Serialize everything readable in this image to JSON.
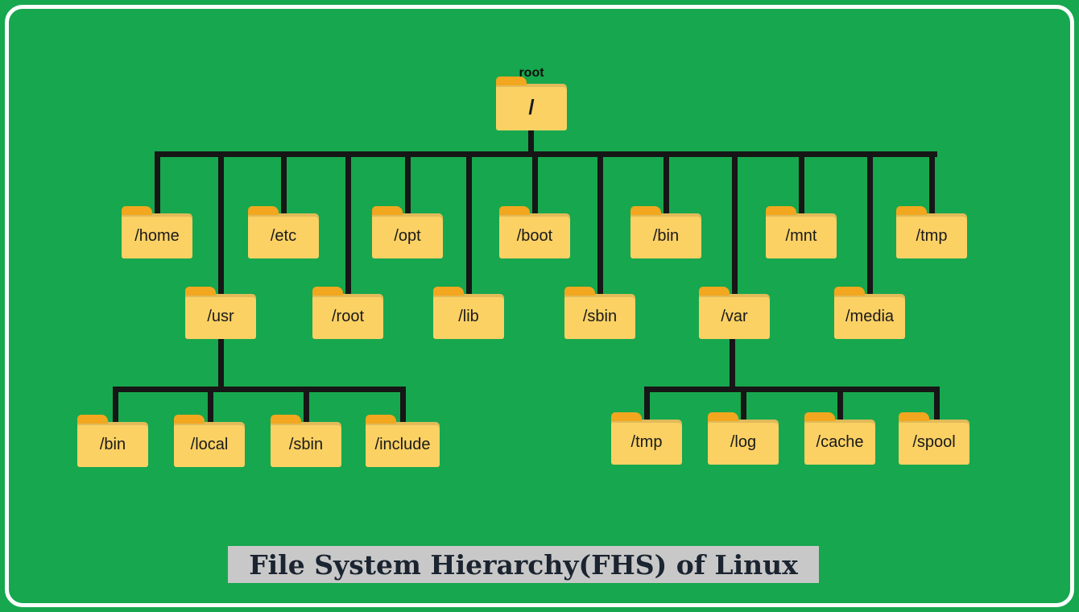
{
  "title": {
    "text": "File System Hierarchy(FHS) of Linux"
  },
  "tree": {
    "root": {
      "caption": "root",
      "label": "/"
    },
    "level1": [
      {
        "id": "home",
        "label": "/home"
      },
      {
        "id": "usr",
        "label": "/usr"
      },
      {
        "id": "etc",
        "label": "/etc"
      },
      {
        "id": "root",
        "label": "/root"
      },
      {
        "id": "opt",
        "label": "/opt"
      },
      {
        "id": "lib",
        "label": "/lib"
      },
      {
        "id": "boot",
        "label": "/boot"
      },
      {
        "id": "sbin",
        "label": "/sbin"
      },
      {
        "id": "bin",
        "label": "/bin"
      },
      {
        "id": "var",
        "label": "/var"
      },
      {
        "id": "mnt",
        "label": "/mnt"
      },
      {
        "id": "media",
        "label": "/media"
      },
      {
        "id": "tmp",
        "label": "/tmp"
      }
    ],
    "usr_children": [
      {
        "label": "/bin"
      },
      {
        "label": "/local"
      },
      {
        "label": "/sbin"
      },
      {
        "label": "/include"
      }
    ],
    "var_children": [
      {
        "label": "/tmp"
      },
      {
        "label": "/log"
      },
      {
        "label": "/cache"
      },
      {
        "label": "/spool"
      }
    ]
  },
  "colors": {
    "background": "#17a74e",
    "folder_body": "#fbd164",
    "folder_tab": "#f2a71f",
    "line": "#161616",
    "title_bg": "#c8c8c8",
    "title_text": "#1b2430"
  }
}
